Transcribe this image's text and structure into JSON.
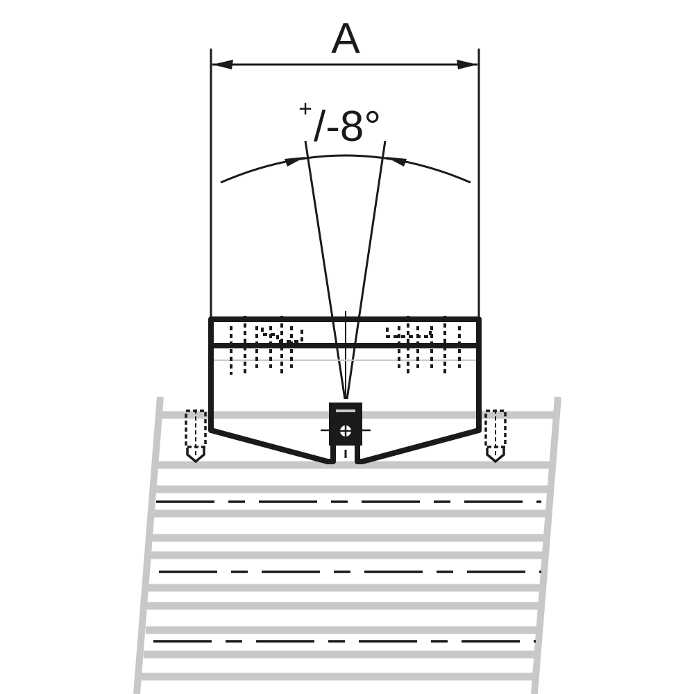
{
  "diagram": {
    "type": "technical-drawing",
    "dimension": {
      "label": "A"
    },
    "tilt_angle": {
      "plus": "+",
      "rest": "/-8°"
    },
    "colors": {
      "line": "#1a1a1a",
      "ladder": "#c8c8c8",
      "background": "#ffffff"
    }
  }
}
